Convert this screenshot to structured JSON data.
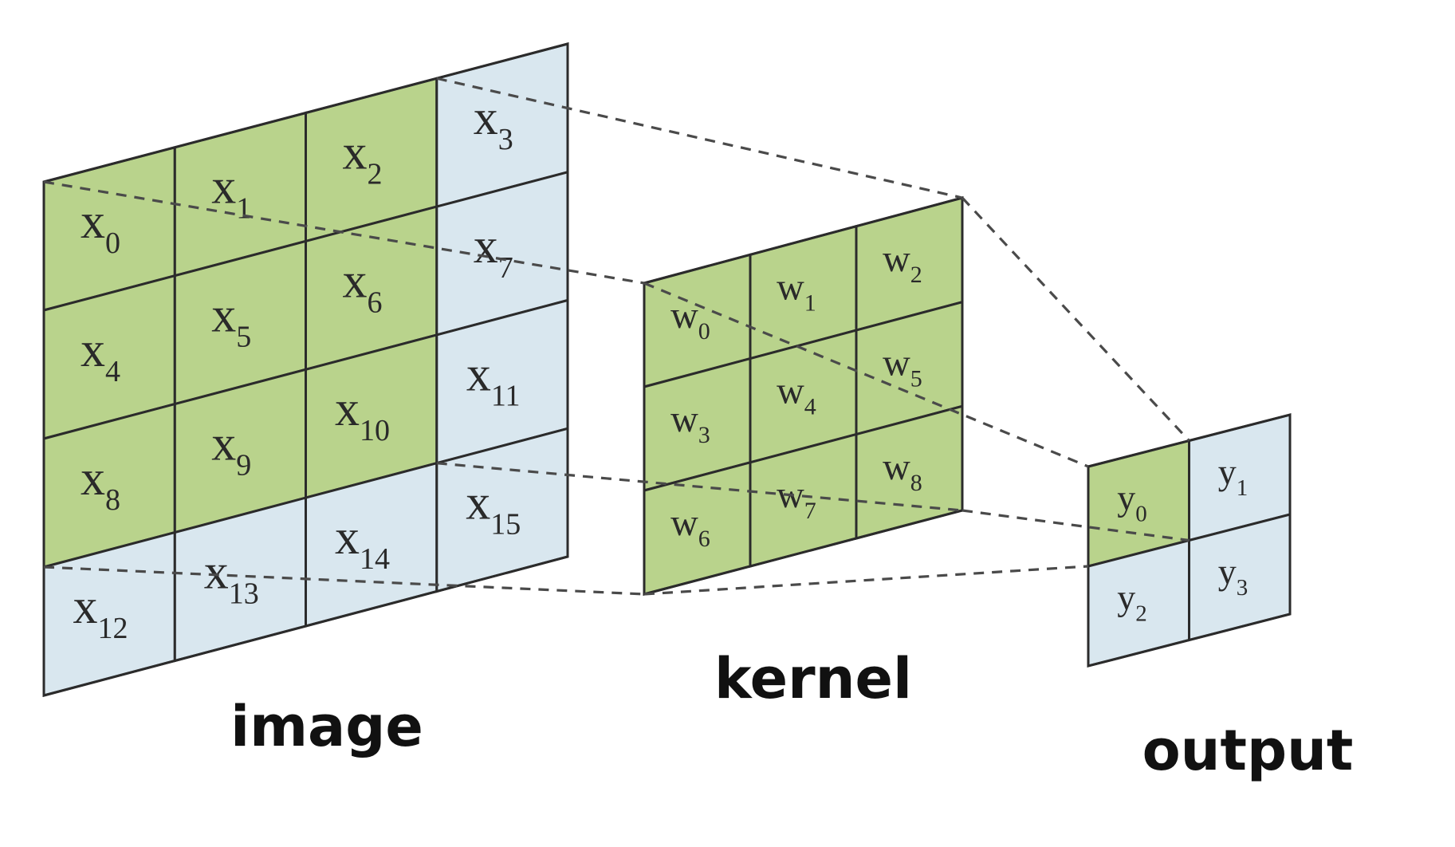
{
  "colors": {
    "highlight": "#b9d38c",
    "plain": "#d9e7ef",
    "border": "#2b2b2b",
    "dash": "#4a4a4a"
  },
  "image": {
    "label": "image",
    "rows": 4,
    "cols": 4,
    "cells": [
      {
        "base": "x",
        "sub": "0",
        "highlight": true
      },
      {
        "base": "x",
        "sub": "1",
        "highlight": true
      },
      {
        "base": "x",
        "sub": "2",
        "highlight": true
      },
      {
        "base": "x",
        "sub": "3",
        "highlight": false
      },
      {
        "base": "x",
        "sub": "4",
        "highlight": true
      },
      {
        "base": "x",
        "sub": "5",
        "highlight": true
      },
      {
        "base": "x",
        "sub": "6",
        "highlight": true
      },
      {
        "base": "x",
        "sub": "7",
        "highlight": false
      },
      {
        "base": "x",
        "sub": "8",
        "highlight": true
      },
      {
        "base": "x",
        "sub": "9",
        "highlight": true
      },
      {
        "base": "x",
        "sub": "10",
        "highlight": true
      },
      {
        "base": "x",
        "sub": "11",
        "highlight": false
      },
      {
        "base": "x",
        "sub": "12",
        "highlight": false
      },
      {
        "base": "x",
        "sub": "13",
        "highlight": false
      },
      {
        "base": "x",
        "sub": "14",
        "highlight": false
      },
      {
        "base": "x",
        "sub": "15",
        "highlight": false
      }
    ]
  },
  "kernel": {
    "label": "kernel",
    "rows": 3,
    "cols": 3,
    "cells": [
      {
        "base": "w",
        "sub": "0",
        "highlight": true
      },
      {
        "base": "w",
        "sub": "1",
        "highlight": true
      },
      {
        "base": "w",
        "sub": "2",
        "highlight": true
      },
      {
        "base": "w",
        "sub": "3",
        "highlight": true
      },
      {
        "base": "w",
        "sub": "4",
        "highlight": true
      },
      {
        "base": "w",
        "sub": "5",
        "highlight": true
      },
      {
        "base": "w",
        "sub": "6",
        "highlight": true
      },
      {
        "base": "w",
        "sub": "7",
        "highlight": true
      },
      {
        "base": "w",
        "sub": "8",
        "highlight": true
      }
    ]
  },
  "output": {
    "label": "output",
    "rows": 2,
    "cols": 2,
    "cells": [
      {
        "base": "y",
        "sub": "0",
        "highlight": true
      },
      {
        "base": "y",
        "sub": "1",
        "highlight": false
      },
      {
        "base": "y",
        "sub": "2",
        "highlight": false
      },
      {
        "base": "y",
        "sub": "3",
        "highlight": false
      }
    ]
  }
}
